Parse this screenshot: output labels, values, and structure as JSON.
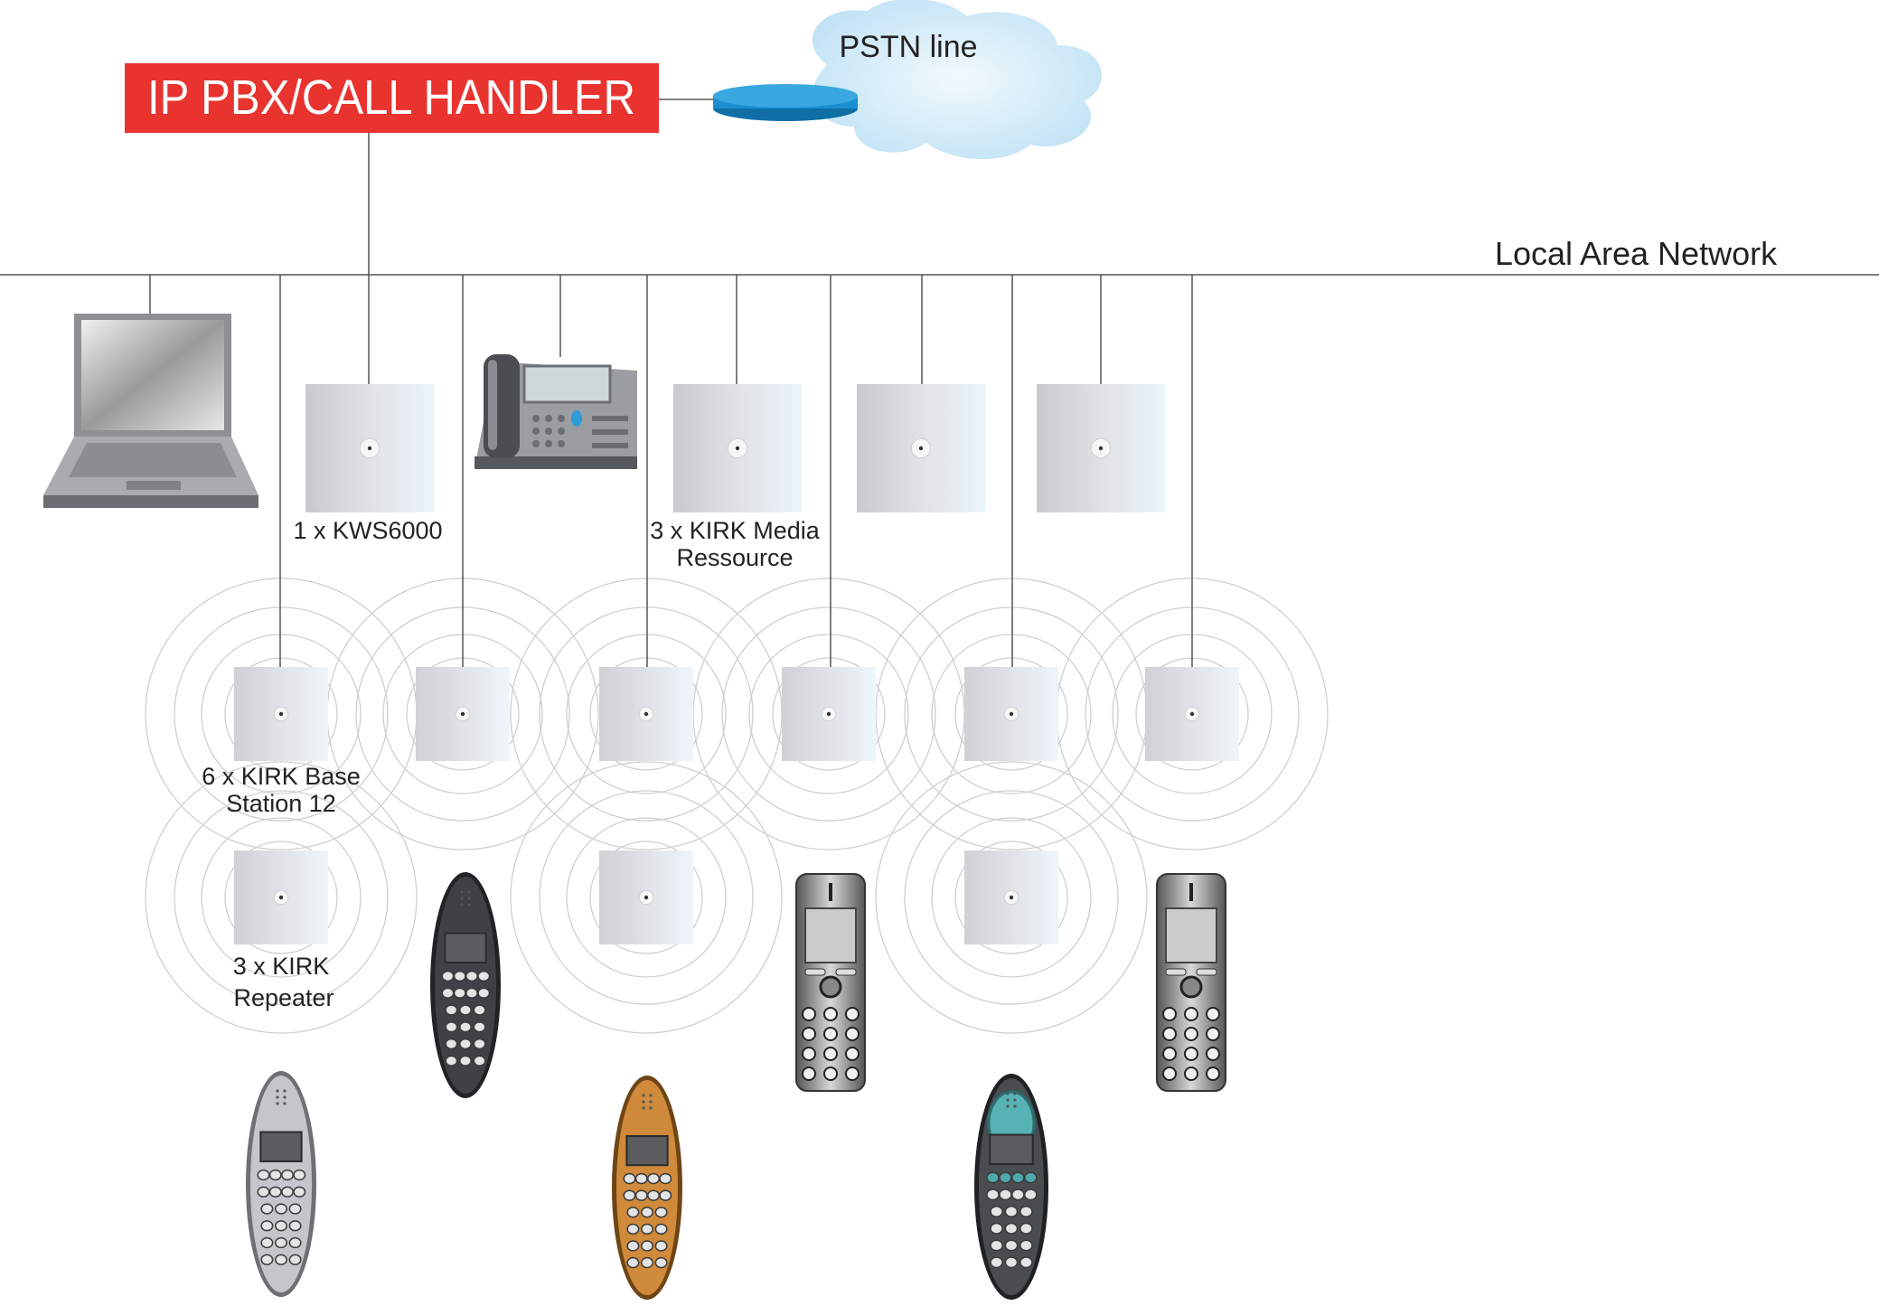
{
  "pbx": {
    "label": "IP PBX/CALL HANDLER"
  },
  "pstn": {
    "label": "PSTN line"
  },
  "lan": {
    "label": "Local Area Network"
  },
  "labels": {
    "kws": "1 x KWS6000",
    "media_line1": "3 x KIRK Media",
    "media_line2": "Ressource",
    "base_line1": "6 x KIRK Base",
    "base_line2": "Station 12",
    "repeater_line1": "3 x KIRK",
    "repeater_line2": "Repeater"
  },
  "colors": {
    "pbx_box": "#e8332f",
    "router": "#1a8fcf",
    "cloud": "#d4ecf8",
    "coverage_rings": "#cfcfcf",
    "lines": "#555555",
    "handset_silver": "#b9bcc2",
    "handset_dark": "#3f4145",
    "handset_orange": "#cf8a3c",
    "handset_teal": "#2e8e8f"
  },
  "icons": [
    "laptop-icon",
    "ip-desk-phone-icon",
    "cloud-icon",
    "router-icon",
    "base-station-icon",
    "repeater-icon",
    "handset-icon"
  ]
}
